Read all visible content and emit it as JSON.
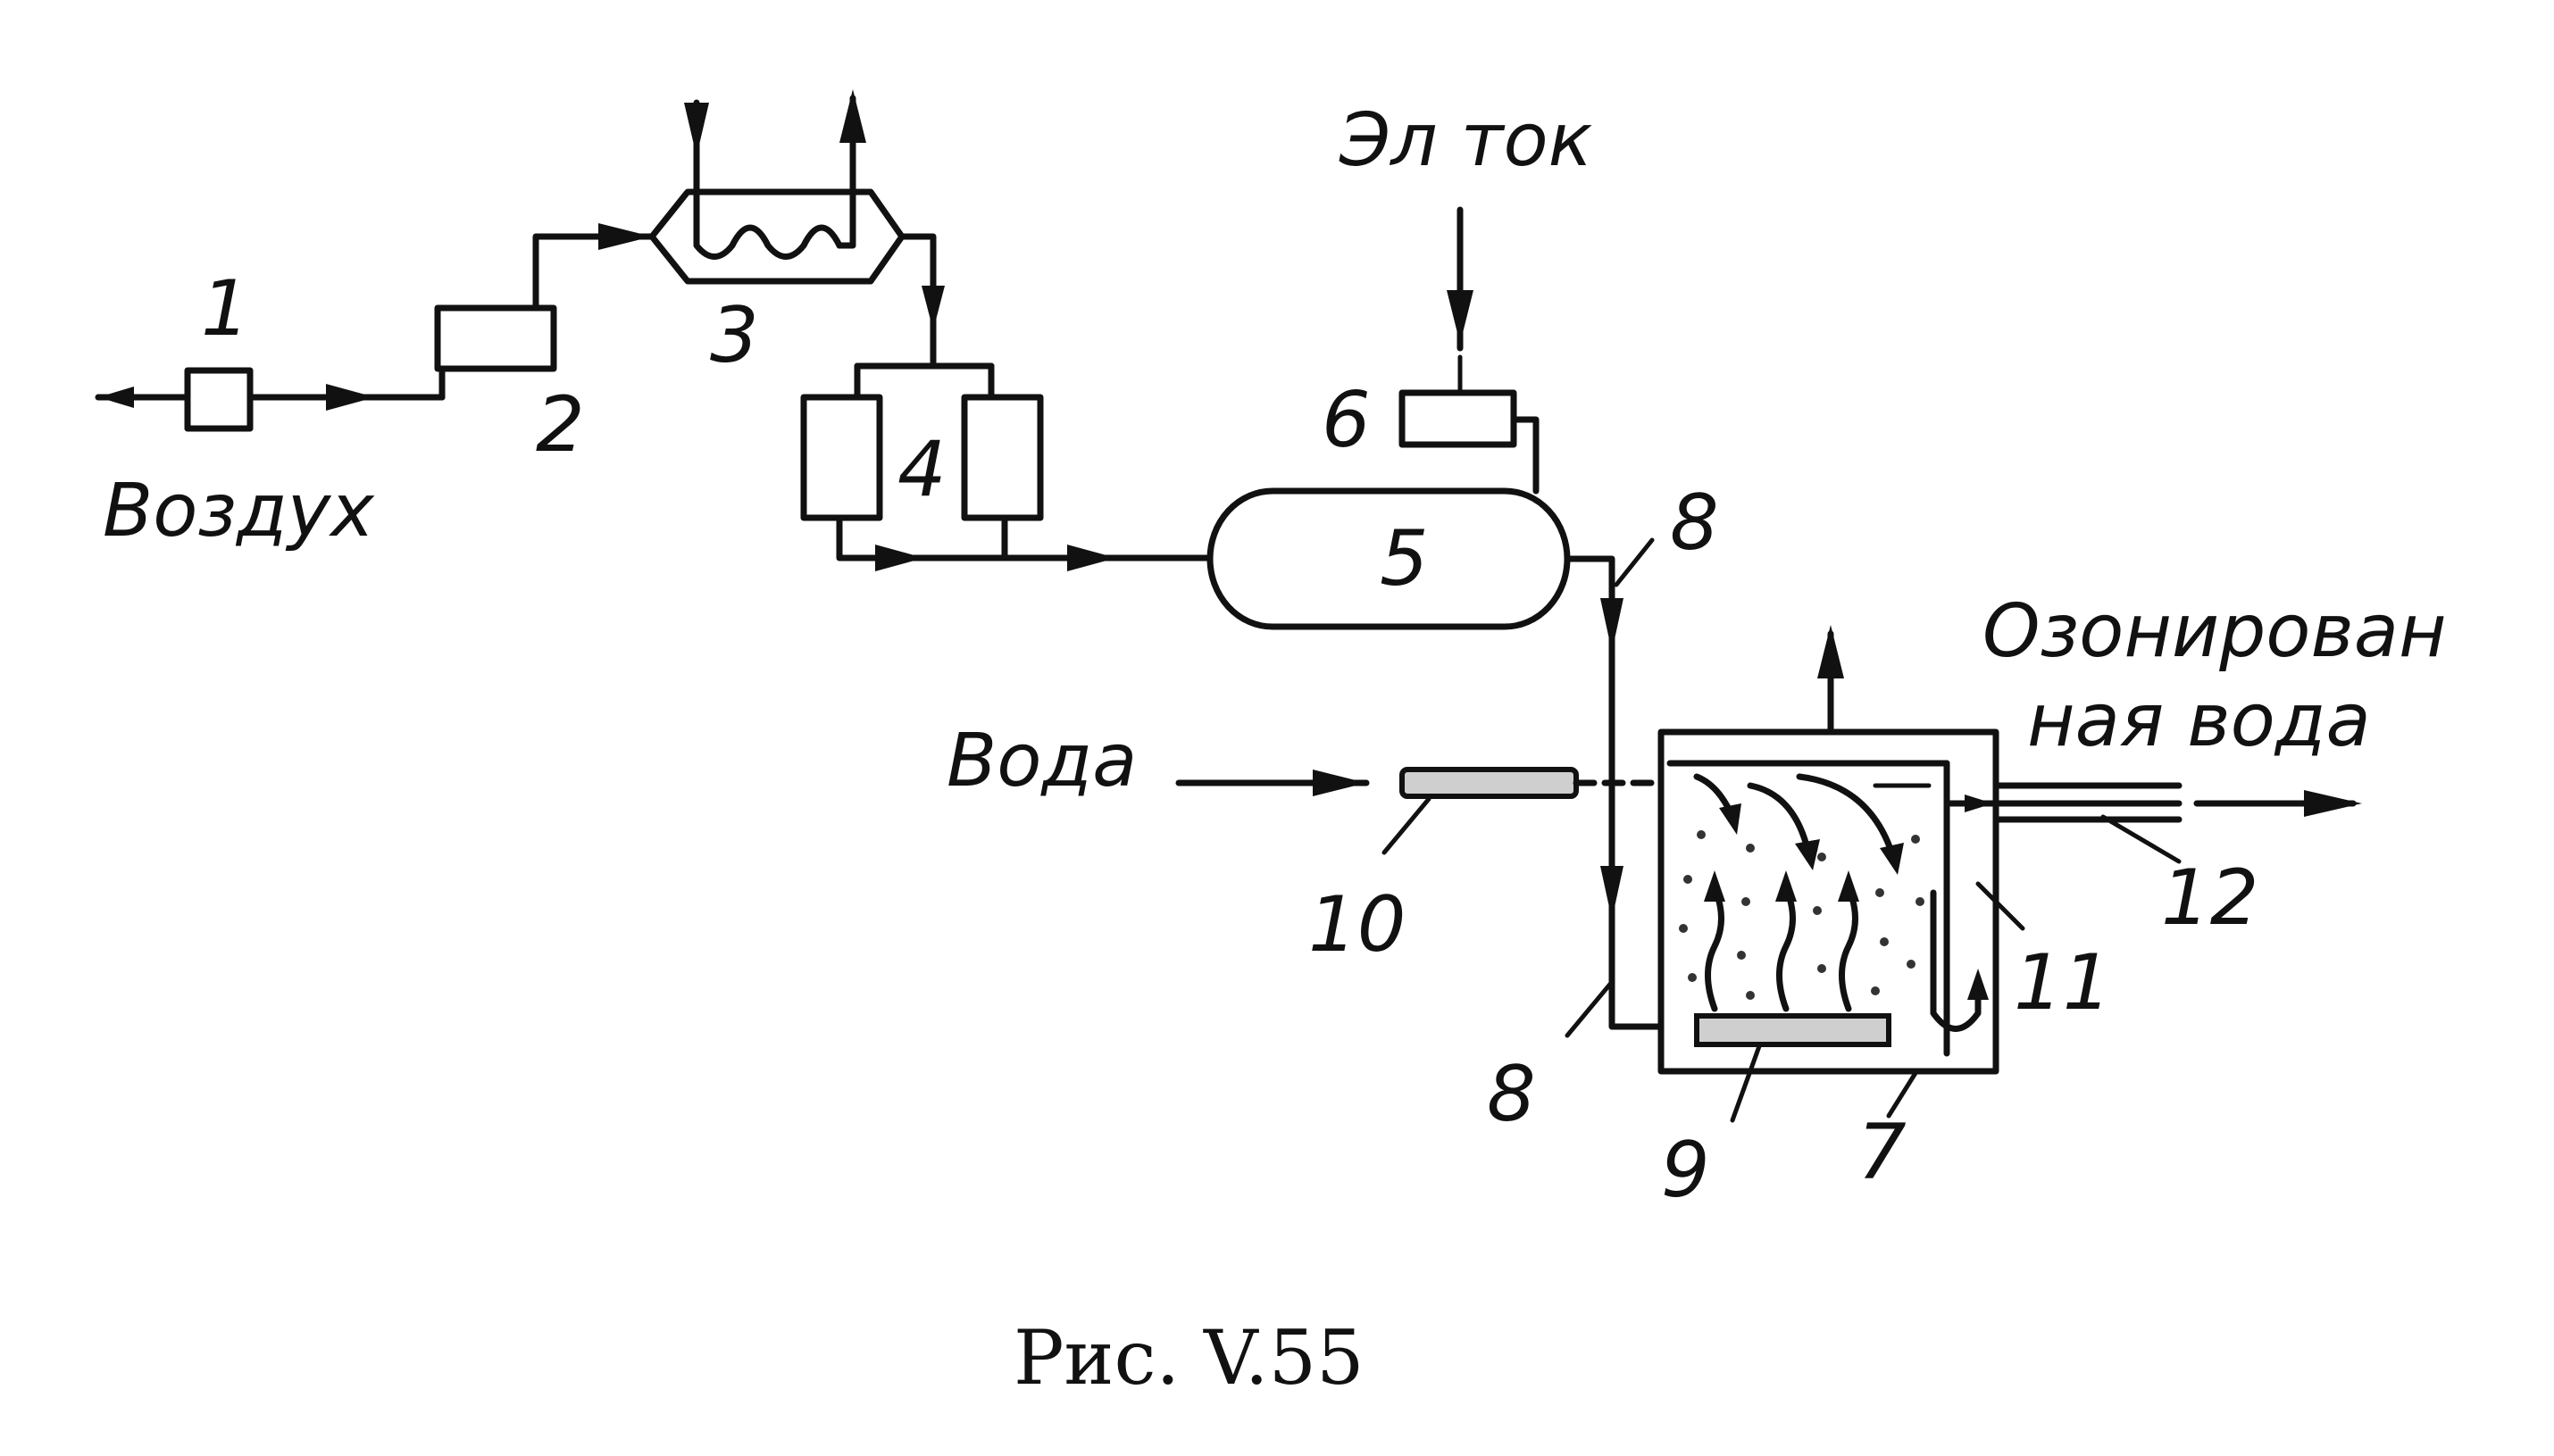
{
  "labels": {
    "air": "Воздух",
    "current": "Эл ток",
    "water": "Вода",
    "ozonated_water_line1": "Озонирован",
    "ozonated_water_line2": "ная вода"
  },
  "numbers": {
    "n1": "1",
    "n2": "2",
    "n3": "3",
    "n4": "4",
    "n5": "5",
    "n6": "6",
    "n7": "7",
    "n8a": "8",
    "n8b": "8",
    "n9": "9",
    "n10": "10",
    "n11": "11",
    "n12": "12"
  },
  "caption": "Рис. V.55"
}
